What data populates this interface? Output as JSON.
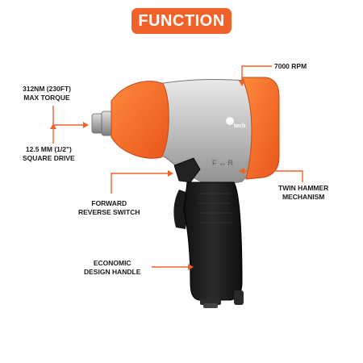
{
  "title": "FUNCTION",
  "callouts": {
    "torque": {
      "line1": "312NM (230FT)",
      "line2": "MAX TORQUE"
    },
    "drive": {
      "line1": "12.5 MM (1/2\")",
      "line2": "SQUARE DRIVE"
    },
    "switch": {
      "line1": "FORWARD",
      "line2": "REVERSE SWITCH"
    },
    "handle": {
      "line1": "ECONOMIC",
      "line2": "DESIGN HANDLE"
    },
    "rpm": {
      "line1": "7000 RPM"
    },
    "hammer": {
      "line1": "TWIN HAMMER",
      "line2": "MECHANISM"
    }
  },
  "tool": {
    "brand_label": "tech",
    "direction_label": "F ↔ R"
  },
  "colors": {
    "accent": "#f0622a",
    "arrow": "#f0622a",
    "grip": "#1d1d1d",
    "metal": "#c9c9c9"
  }
}
